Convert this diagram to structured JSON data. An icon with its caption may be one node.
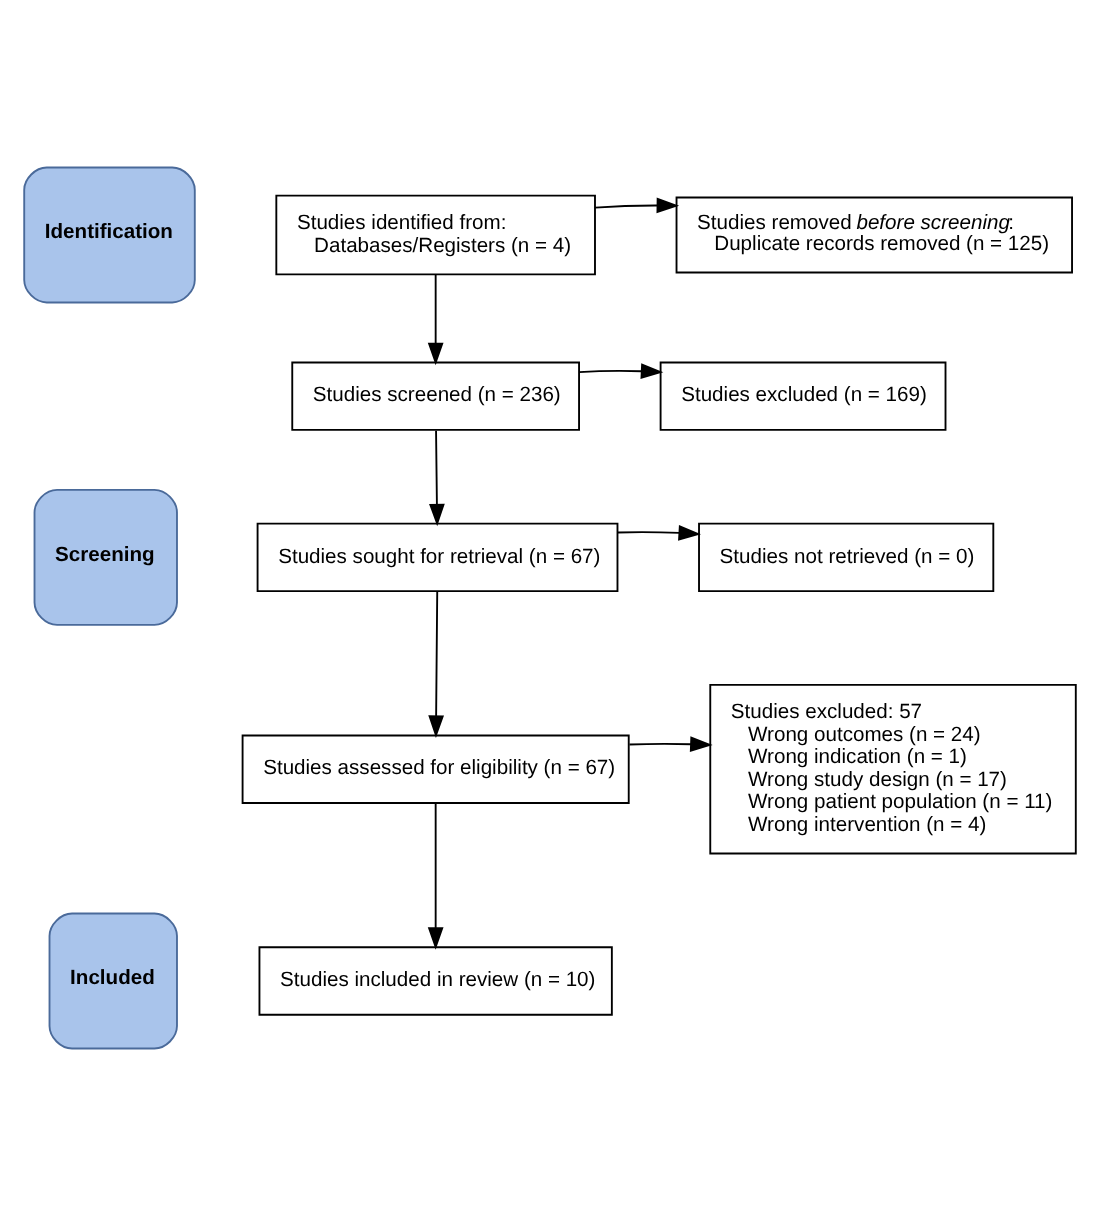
{
  "diagram": {
    "nodes": [
      {
        "text": [
          "Identification"
        ]
      },
      {
        "text": [
          "Studies identified from:",
          "Databases/Registers (n = 4)"
        ]
      },
      {
        "text": [
          "Studies removed *before screening*:",
          "Duplicate records removed (n = 125)"
        ]
      },
      {
        "text": [
          "Screening"
        ]
      },
      {
        "text": [
          "Studies screened (n = 236)"
        ]
      },
      {
        "text": [
          "Studies excluded (n = 169)"
        ]
      },
      {
        "text": [
          "Studies sought for retrieval (n = 67)"
        ]
      },
      {
        "text": [
          "Studies not retrieved (n = 0)"
        ]
      },
      {
        "text": [
          "Studies assessed for eligibility (n = 67)"
        ]
      },
      {
        "text": [
          "Studies excluded: 57",
          "Wrong outcomes (n = 24)",
          "Wrong indication (n = 1)",
          "Wrong study design (n = 17)",
          "Wrong patient population (n = 11)",
          "Wrong intervention (n = 4)"
        ]
      },
      {
        "text": [
          "Included"
        ]
      },
      {
        "text": [
          "Studies included in review (n = 10)"
        ]
      }
    ],
    "edges": [
      {
        "from": 1,
        "to": 2,
        "arrow": "to"
      },
      {
        "from": 1,
        "to": 4,
        "arrow": "to"
      },
      {
        "from": 4,
        "to": 5,
        "arrow": "to"
      },
      {
        "from": 4,
        "to": 6,
        "arrow": "to"
      },
      {
        "from": 6,
        "to": 7,
        "arrow": "to"
      },
      {
        "from": 6,
        "to": 8,
        "arrow": "to"
      },
      {
        "from": 8,
        "to": 9,
        "arrow": "to"
      },
      {
        "from": 8,
        "to": 11,
        "arrow": "to"
      }
    ]
  }
}
